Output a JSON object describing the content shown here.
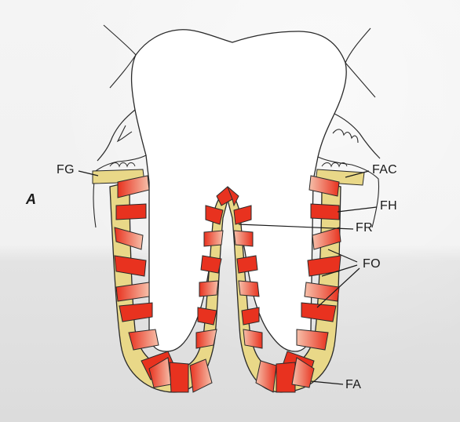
{
  "panel_letter": "A",
  "labels": {
    "fg": "FG",
    "fac": "FAC",
    "fh": "FH",
    "fr": "FR",
    "fo": "FO",
    "fa": "FA"
  },
  "colors": {
    "bone": "#e9d888",
    "fiber_red": "#e8321f",
    "fiber_pink": "#f6c0aa",
    "outline": "#2a2a2a"
  }
}
